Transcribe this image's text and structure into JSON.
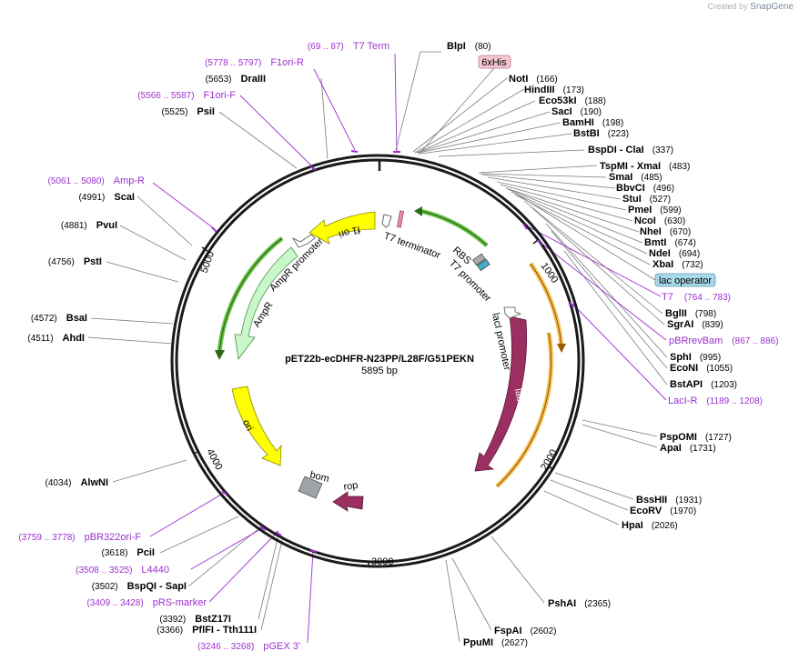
{
  "credit": {
    "prefix": "Created by",
    "brand": "SnapGene"
  },
  "plasmid": {
    "name": "pET22b-ecDHFR-N23PP/L28F/G51PEKN",
    "size_label": "5895 bp",
    "length": 5895
  },
  "colors": {
    "primer": "#9b30d0",
    "ampr": "#c8f7c8",
    "ori": "#ffff00",
    "laci": "#9b2f61",
    "bom": "#a0a4a8"
  },
  "ticks": [
    {
      "pos": 1000,
      "label": "1000"
    },
    {
      "pos": 2000,
      "label": "2000"
    },
    {
      "pos": 3000,
      "label": "3000"
    },
    {
      "pos": 4000,
      "label": "4000"
    },
    {
      "pos": 5000,
      "label": "5000"
    }
  ],
  "enzymes": [
    {
      "id": "blpi",
      "name": "BlpI",
      "pos_text": "(80)",
      "pos": 80,
      "side": "R"
    },
    {
      "id": "noti",
      "name": "NotI",
      "pos_text": "(166)",
      "pos": 166,
      "side": "R"
    },
    {
      "id": "hindiii",
      "name": "HindIII",
      "pos_text": "(173)",
      "pos": 173,
      "side": "R"
    },
    {
      "id": "eco53ki",
      "name": "Eco53kI",
      "pos_text": "(188)",
      "pos": 188,
      "side": "R"
    },
    {
      "id": "saci",
      "name": "SacI",
      "pos_text": "(190)",
      "pos": 190,
      "side": "R"
    },
    {
      "id": "bamhi",
      "name": "BamHI",
      "pos_text": "(198)",
      "pos": 198,
      "side": "R"
    },
    {
      "id": "bstbi",
      "name": "BstBI",
      "pos_text": "(223)",
      "pos": 223,
      "side": "R"
    },
    {
      "id": "bspdi",
      "name": "BspDI - ClaI",
      "pos_text": "(337)",
      "pos": 337,
      "side": "R"
    },
    {
      "id": "tspmi",
      "name": "TspMI - XmaI",
      "pos_text": "(483)",
      "pos": 483,
      "side": "R"
    },
    {
      "id": "smai",
      "name": "SmaI",
      "pos_text": "(485)",
      "pos": 485,
      "side": "R"
    },
    {
      "id": "bbvci",
      "name": "BbvCI",
      "pos_text": "(496)",
      "pos": 496,
      "side": "R"
    },
    {
      "id": "stui",
      "name": "StuI",
      "pos_text": "(527)",
      "pos": 527,
      "side": "R"
    },
    {
      "id": "pmei",
      "name": "PmeI",
      "pos_text": "(599)",
      "pos": 599,
      "side": "R"
    },
    {
      "id": "ncoi",
      "name": "NcoI",
      "pos_text": "(630)",
      "pos": 630,
      "side": "R"
    },
    {
      "id": "nhei",
      "name": "NheI",
      "pos_text": "(670)",
      "pos": 670,
      "side": "R"
    },
    {
      "id": "bmti",
      "name": "BmtI",
      "pos_text": "(674)",
      "pos": 674,
      "side": "R"
    },
    {
      "id": "ndei",
      "name": "NdeI",
      "pos_text": "(694)",
      "pos": 694,
      "side": "R"
    },
    {
      "id": "xbai",
      "name": "XbaI",
      "pos_text": "(732)",
      "pos": 732,
      "side": "R"
    },
    {
      "id": "bglii",
      "name": "BglII",
      "pos_text": "(798)",
      "pos": 798,
      "side": "R"
    },
    {
      "id": "sgrai",
      "name": "SgrAI",
      "pos_text": "(839)",
      "pos": 839,
      "side": "R"
    },
    {
      "id": "sphi",
      "name": "SphI",
      "pos_text": "(995)",
      "pos": 995,
      "side": "R"
    },
    {
      "id": "econi",
      "name": "EcoNI",
      "pos_text": "(1055)",
      "pos": 1055,
      "side": "R"
    },
    {
      "id": "bstapi",
      "name": "BstAPI",
      "pos_text": "(1203)",
      "pos": 1203,
      "side": "R"
    },
    {
      "id": "pspomi",
      "name": "PspOMI",
      "pos_text": "(1727)",
      "pos": 1727,
      "side": "R"
    },
    {
      "id": "apai",
      "name": "ApaI",
      "pos_text": "(1731)",
      "pos": 1731,
      "side": "R"
    },
    {
      "id": "psshii",
      "name": "BssHII",
      "pos_text": "(1931)",
      "pos": 1931,
      "side": "R"
    },
    {
      "id": "ecorv",
      "name": "EcoRV",
      "pos_text": "(1970)",
      "pos": 1970,
      "side": "R"
    },
    {
      "id": "hpai",
      "name": "HpaI",
      "pos_text": "(2026)",
      "pos": 2026,
      "side": "R"
    },
    {
      "id": "pshai",
      "name": "PshAI",
      "pos_text": "(2365)",
      "pos": 2365,
      "side": "R"
    },
    {
      "id": "fspai",
      "name": "FspAI",
      "pos_text": "(2602)",
      "pos": 2602,
      "side": "R"
    },
    {
      "id": "ppumi",
      "name": "PpuMI",
      "pos_text": "(2627)",
      "pos": 2627,
      "side": "R"
    },
    {
      "id": "pflfi",
      "name": "PflFI - Tth111I",
      "pos_text": "(3366)",
      "pos": 3366,
      "side": "L"
    },
    {
      "id": "bstz17i",
      "name": "BstZ17I",
      "pos_text": "(3392)",
      "pos": 3392,
      "side": "L"
    },
    {
      "id": "bspqi",
      "name": "BspQI - SapI",
      "pos_text": "(3502)",
      "pos": 3502,
      "side": "L"
    },
    {
      "id": "pcii",
      "name": "PciI",
      "pos_text": "(3618)",
      "pos": 3618,
      "side": "L"
    },
    {
      "id": "alwni",
      "name": "AlwNI",
      "pos_text": "(4034)",
      "pos": 4034,
      "side": "L"
    },
    {
      "id": "ahdi",
      "name": "AhdI",
      "pos_text": "(4511)",
      "pos": 4511,
      "side": "L"
    },
    {
      "id": "bsai",
      "name": "BsaI",
      "pos_text": "(4572)",
      "pos": 4572,
      "side": "L"
    },
    {
      "id": "psti",
      "name": "PstI",
      "pos_text": "(4756)",
      "pos": 4756,
      "side": "L"
    },
    {
      "id": "pvui",
      "name": "PvuI",
      "pos_text": "(4881)",
      "pos": 4881,
      "side": "L"
    },
    {
      "id": "scai",
      "name": "ScaI",
      "pos_text": "(4991)",
      "pos": 4991,
      "side": "L"
    },
    {
      "id": "psii",
      "name": "PsiI",
      "pos_text": "(5525)",
      "pos": 5525,
      "side": "L"
    },
    {
      "id": "draiii",
      "name": "DraIII",
      "pos_text": "(5653)",
      "pos": 5653,
      "side": "L"
    }
  ],
  "primers": [
    {
      "id": "t7term",
      "name": "T7 Term",
      "range_text": "(69 .. 87)",
      "pos": 78,
      "side": "L"
    },
    {
      "id": "f1orir",
      "name": "F1ori-R",
      "range_text": "(5778 .. 5797)",
      "pos": 5787,
      "side": "L"
    },
    {
      "id": "f1orif",
      "name": "F1ori-F",
      "range_text": "(5566 .. 5587)",
      "pos": 5576,
      "side": "L"
    },
    {
      "id": "ampr",
      "name": "Amp-R",
      "range_text": "(5061 .. 5080)",
      "pos": 5070,
      "side": "L"
    },
    {
      "id": "t7",
      "name": "T7",
      "range_text": "(764 .. 783)",
      "pos": 773,
      "side": "R"
    },
    {
      "id": "pbrrevbam",
      "name": "pBRrevBam",
      "range_text": "(867 .. 886)",
      "pos": 876,
      "side": "R"
    },
    {
      "id": "lacir",
      "name": "LacI-R",
      "range_text": "(1189 .. 1208)",
      "pos": 1198,
      "side": "R"
    },
    {
      "id": "pbr322orif",
      "name": "pBR322ori-F",
      "range_text": "(3759 .. 3778)",
      "pos": 3768,
      "side": "L"
    },
    {
      "id": "l4440",
      "name": "L4440",
      "range_text": "(3508 .. 3525)",
      "pos": 3516,
      "side": "L"
    },
    {
      "id": "prsmarker",
      "name": "pRS-marker",
      "range_text": "(3409 .. 3428)",
      "pos": 3418,
      "side": "L"
    },
    {
      "id": "pgex3",
      "name": "pGEX 3'",
      "range_text": "(3246 .. 3268)",
      "pos": 3257,
      "side": "L"
    }
  ],
  "tags": [
    {
      "id": "his",
      "text": "6xHis"
    },
    {
      "id": "lacop",
      "text": "lac operator"
    }
  ],
  "features": [
    {
      "id": "f1ori",
      "name": "f1 ori"
    },
    {
      "id": "amprprom",
      "name": "AmpR promoter"
    },
    {
      "id": "ampr",
      "name": "AmpR"
    },
    {
      "id": "ori",
      "name": "ori"
    },
    {
      "id": "bom",
      "name": "bom"
    },
    {
      "id": "rop",
      "name": "rop"
    },
    {
      "id": "laci",
      "name": "lacI"
    },
    {
      "id": "laciprom",
      "name": "lacI promoter"
    },
    {
      "id": "t7prom",
      "name": "T7 promoter"
    },
    {
      "id": "rbs",
      "name": "RBS"
    },
    {
      "id": "t7terminator",
      "name": "T7 terminator"
    }
  ]
}
